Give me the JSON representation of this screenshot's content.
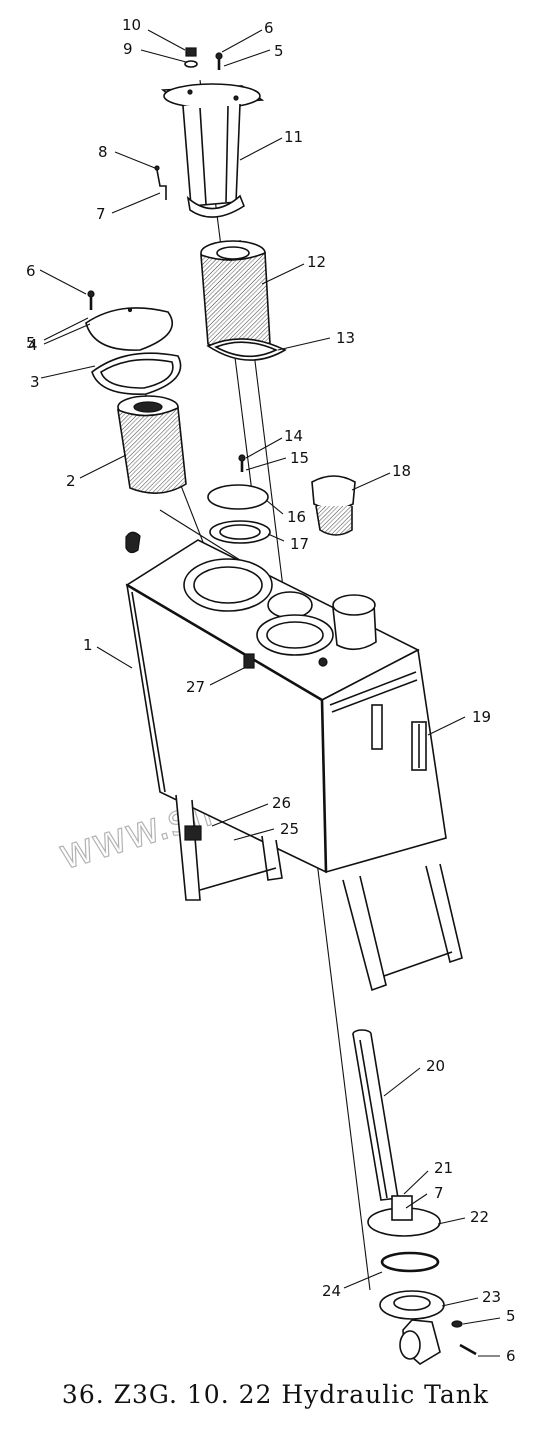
{
  "caption": "36. Z3G. 10. 22  Hydraulic Tank",
  "watermark": "www.sinhron-to.kz",
  "callouts": [
    {
      "id": "c10a",
      "label": "10"
    },
    {
      "id": "c9a",
      "label": "9"
    },
    {
      "id": "c6a",
      "label": "6"
    },
    {
      "id": "c5a",
      "label": "5"
    },
    {
      "id": "c11",
      "label": "11"
    },
    {
      "id": "c8",
      "label": "8"
    },
    {
      "id": "c7a",
      "label": "7"
    },
    {
      "id": "c12",
      "label": "12"
    },
    {
      "id": "c6b",
      "label": "6"
    },
    {
      "id": "c5b",
      "label": "5"
    },
    {
      "id": "c4",
      "label": "4"
    },
    {
      "id": "c3",
      "label": "3"
    },
    {
      "id": "c13",
      "label": "13"
    },
    {
      "id": "c2",
      "label": "2"
    },
    {
      "id": "c14",
      "label": "14"
    },
    {
      "id": "c15",
      "label": "15"
    },
    {
      "id": "c18",
      "label": "18"
    },
    {
      "id": "c16",
      "label": "16"
    },
    {
      "id": "c17",
      "label": "17"
    },
    {
      "id": "c1",
      "label": "1"
    },
    {
      "id": "c27",
      "label": "27"
    },
    {
      "id": "c19",
      "label": "19"
    },
    {
      "id": "c26",
      "label": "26"
    },
    {
      "id": "c25",
      "label": "25"
    },
    {
      "id": "c20",
      "label": "20"
    },
    {
      "id": "c21",
      "label": "21"
    },
    {
      "id": "c7b",
      "label": "7"
    },
    {
      "id": "c22",
      "label": "22"
    },
    {
      "id": "c24",
      "label": "24"
    },
    {
      "id": "c23",
      "label": "23"
    },
    {
      "id": "c5c",
      "label": "5"
    },
    {
      "id": "c6c",
      "label": "6"
    }
  ]
}
